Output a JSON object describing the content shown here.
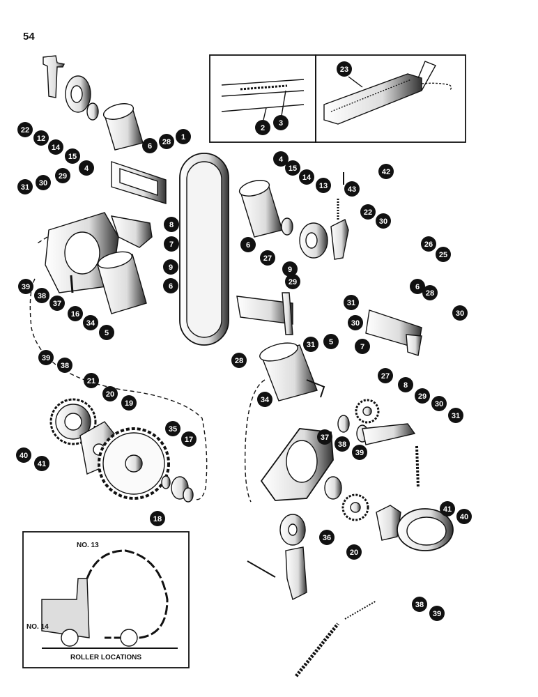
{
  "page_number": "54",
  "inset_roller_locations": {
    "title": "ROLLER LOCATIONS",
    "label_no13": "NO. 13",
    "label_no14": "NO. 14"
  },
  "callouts": [
    {
      "id": "c22a",
      "text": "22"
    },
    {
      "id": "c12",
      "text": "12"
    },
    {
      "id": "c14a",
      "text": "14"
    },
    {
      "id": "c15a",
      "text": "15"
    },
    {
      "id": "c4a",
      "text": "4"
    },
    {
      "id": "c6a",
      "text": "6"
    },
    {
      "id": "c28a",
      "text": "28"
    },
    {
      "id": "c1",
      "text": "1"
    },
    {
      "id": "c29a",
      "text": "29"
    },
    {
      "id": "c30a",
      "text": "30"
    },
    {
      "id": "c31a",
      "text": "31"
    },
    {
      "id": "c8a",
      "text": "8"
    },
    {
      "id": "c7a",
      "text": "7"
    },
    {
      "id": "c9a",
      "text": "9"
    },
    {
      "id": "c6b",
      "text": "6"
    },
    {
      "id": "c39a",
      "text": "39"
    },
    {
      "id": "c38a",
      "text": "38"
    },
    {
      "id": "c37a",
      "text": "37"
    },
    {
      "id": "c16",
      "text": "16"
    },
    {
      "id": "c34a",
      "text": "34"
    },
    {
      "id": "c5a",
      "text": "5"
    },
    {
      "id": "c2",
      "text": "2"
    },
    {
      "id": "c3",
      "text": "3"
    },
    {
      "id": "c23",
      "text": "23"
    },
    {
      "id": "c4b",
      "text": "4"
    },
    {
      "id": "c15b",
      "text": "15"
    },
    {
      "id": "c14b",
      "text": "14"
    },
    {
      "id": "c13",
      "text": "13"
    },
    {
      "id": "c42",
      "text": "42"
    },
    {
      "id": "c43",
      "text": "43"
    },
    {
      "id": "c22b",
      "text": "22"
    },
    {
      "id": "c30b",
      "text": "30"
    },
    {
      "id": "c26a",
      "text": "26"
    },
    {
      "id": "c25",
      "text": "25"
    },
    {
      "id": "c6c",
      "text": "6"
    },
    {
      "id": "c27a",
      "text": "27"
    },
    {
      "id": "c9b",
      "text": "9"
    },
    {
      "id": "c29b",
      "text": "29"
    },
    {
      "id": "c31b",
      "text": "31"
    },
    {
      "id": "c6d",
      "text": "6"
    },
    {
      "id": "c28b",
      "text": "28"
    },
    {
      "id": "c30c",
      "text": "30"
    },
    {
      "id": "c30d",
      "text": "30"
    },
    {
      "id": "c31c",
      "text": "31"
    },
    {
      "id": "c28c",
      "text": "28"
    },
    {
      "id": "c5b",
      "text": "5"
    },
    {
      "id": "c7b",
      "text": "7"
    },
    {
      "id": "c27b",
      "text": "27"
    },
    {
      "id": "c8b",
      "text": "8"
    },
    {
      "id": "c29c",
      "text": "29"
    },
    {
      "id": "c30e",
      "text": "30"
    },
    {
      "id": "c31d",
      "text": "31"
    },
    {
      "id": "c39b",
      "text": "39"
    },
    {
      "id": "c38b",
      "text": "38"
    },
    {
      "id": "c21",
      "text": "21"
    },
    {
      "id": "c20a",
      "text": "20"
    },
    {
      "id": "c19",
      "text": "19"
    },
    {
      "id": "c40a",
      "text": "40"
    },
    {
      "id": "c41a",
      "text": "41"
    },
    {
      "id": "c35",
      "text": "35"
    },
    {
      "id": "c17",
      "text": "17"
    },
    {
      "id": "c18",
      "text": "18"
    },
    {
      "id": "c34b",
      "text": "34"
    },
    {
      "id": "c37b",
      "text": "37"
    },
    {
      "id": "c38c",
      "text": "38"
    },
    {
      "id": "c39c",
      "text": "39"
    },
    {
      "id": "c36",
      "text": "36"
    },
    {
      "id": "c20b",
      "text": "20"
    },
    {
      "id": "c41b",
      "text": "41"
    },
    {
      "id": "c40b",
      "text": "40"
    },
    {
      "id": "c38d",
      "text": "38"
    },
    {
      "id": "c39d",
      "text": "39"
    }
  ]
}
